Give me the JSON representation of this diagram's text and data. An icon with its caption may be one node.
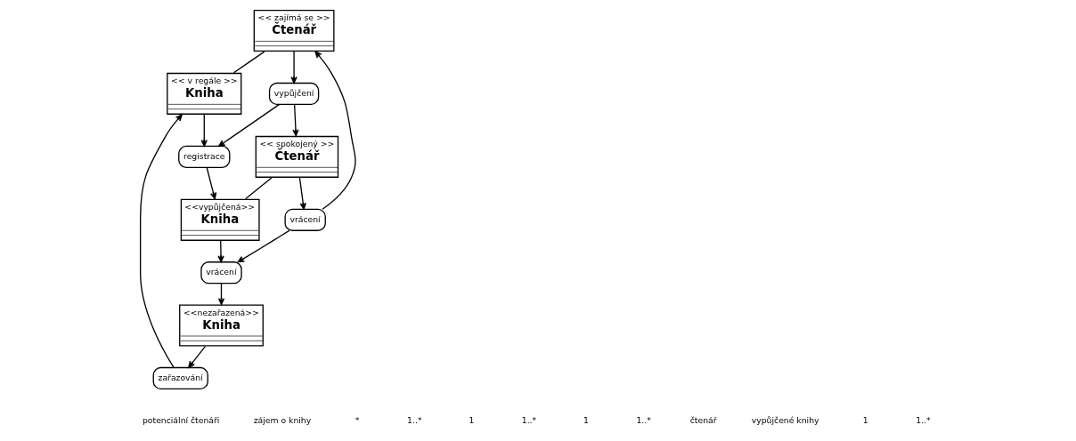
{
  "diagram": {
    "nodes": [
      {
        "text": [
          "<< zajímá se >>",
          "Čtenář"
        ]
      },
      {
        "text": [
          "<< v regále >>",
          "Kniha"
        ]
      },
      {
        "text": [
          "zařazování"
        ]
      },
      {
        "text": [
          "vypůjčení"
        ]
      },
      {
        "text": [
          "registrace"
        ]
      },
      {
        "text": [
          "<<nezařazená>>",
          "Kniha"
        ]
      },
      {
        "text": [
          "vrácení"
        ]
      },
      {
        "text": [
          "vrácení"
        ]
      },
      {
        "text": [
          "<< spokojený >>",
          "Čtenář"
        ]
      },
      {
        "text": [
          "<<vypůjčená>>",
          "Kniha"
        ]
      }
    ],
    "edges": [
      {
        "from": 0,
        "to": 1,
        "arrow": "none"
      },
      {
        "from": 0,
        "to": 3,
        "arrow": "to"
      },
      {
        "from": 1,
        "to": 4,
        "arrow": "to"
      },
      {
        "from": 2,
        "to": 1,
        "arrow": "to"
      },
      {
        "from": 5,
        "to": 2,
        "arrow": "to"
      },
      {
        "from": 3,
        "to": 4,
        "arrow": "to"
      },
      {
        "from": 3,
        "to": 8,
        "arrow": "to"
      },
      {
        "from": 4,
        "to": 9,
        "arrow": "to"
      },
      {
        "from": 6,
        "to": 0,
        "arrow": "to"
      },
      {
        "from": 8,
        "to": 6,
        "arrow": "to"
      },
      {
        "from": 6,
        "to": 7,
        "arrow": "to"
      },
      {
        "from": 7,
        "to": 5,
        "arrow": "to"
      },
      {
        "from": 9,
        "to": 7,
        "arrow": "to"
      },
      {
        "from": 8,
        "to": 9,
        "arrow": "none"
      }
    ],
    "labels": [
      "potenciální čtenáři",
      "zájem o knihy",
      "*",
      "1..*",
      "1",
      "1..*",
      "1",
      "1..*",
      "čtenář",
      "vypůjčené knihy",
      "1",
      "1..*"
    ]
  }
}
